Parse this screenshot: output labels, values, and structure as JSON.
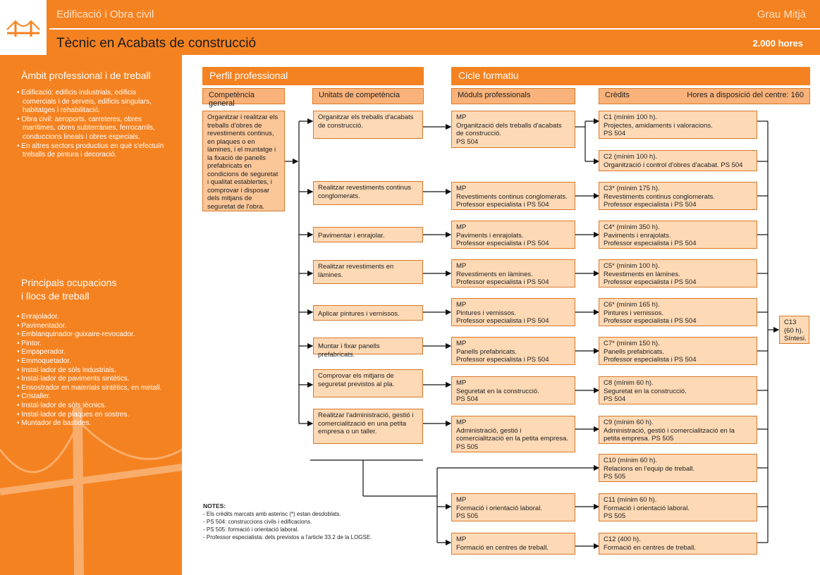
{
  "header": {
    "family": "Edificació i Obra civil",
    "level": "Grau Mitjà",
    "title": "Tècnic en Acabats de construcció",
    "hours": "2.000 hores"
  },
  "left": {
    "ambit_title": "Àmbit professional i de treball",
    "ambit_items": [
      "Edificació: edificis industrials, edificis comercials i de serveis, edificis singulars, habitatges i rehabilitació.",
      "Obra civil: aeroports, carreteres, obres marítimes, obres subterrànies, ferrocarrils, conduccions lineals i obres especials.",
      "En altres sectors productius en què s'efectuïn treballs de pintura i decoració."
    ],
    "ocupacions_title_1": "Principals ocupacions",
    "ocupacions_title_2": "i llocs de treball",
    "ocupacions_items": [
      "Enrajolador.",
      "Pavimentador.",
      "Emblanquinador-guixaire-revocador.",
      "Pintor.",
      "Empaperador.",
      "Emmoquetador.",
      "Instal·lador de sòls industrials.",
      "Instal·lador de paviments sintètics.",
      "Ensostrador en materials sintètics, en metall.",
      "Cristaller.",
      "Instal·lador de sòls tècnics.",
      "Instal·lador de plaques en sostres.",
      "Muntador de bastides."
    ]
  },
  "perfil": {
    "title": "Perfil professional",
    "col_general": "Competència general",
    "col_units": "Unitats de competència",
    "general_text": "Organitzar i realitzar els treballs d'obres de revestiments continus, en plaques o en làmines, i el muntatge i la fixació de panells prefabricats en condicions de seguretat i qualitat establertes, i comprovar i disposar dels mitjans de seguretat de l'obra.",
    "units": [
      "Organitzar els treballs d'acabats de construcció.",
      "Realitzar revestiments continus conglomerats.",
      "Pavimentar i enrajolar.",
      "Realitzar revestiments en làmines.",
      "Aplicar pintures i vernissos.",
      "Muntar i fixar panells prefabricats.",
      "Comprovar els mitjans de seguretat previstos al pla.",
      "Realitzar l'administració, gestió i comercialització en una petita empresa o un taller."
    ]
  },
  "cicle": {
    "title": "Cicle formatiu",
    "col_modules": "Mòduls professionals",
    "col_credits": "Crèdits",
    "col_hours": "Hores a disposició del centre: 160",
    "modules": [
      [
        "MP",
        "Organització dels treballs d'acabats de construcció.",
        "PS 504"
      ],
      [
        "MP",
        "Revestiments continus conglomerats.",
        "Professor especialista i PS 504"
      ],
      [
        "MP",
        "Paviments i enrajolats.",
        "Professor especialista i PS 504"
      ],
      [
        "MP",
        "Revestiments en làmines.",
        "Professor especialista i PS 504"
      ],
      [
        "MP",
        "Pintures i vernissos.",
        "Professor especialista i PS 504"
      ],
      [
        "MP",
        "Panells prefabricats.",
        "Professor especialista i PS 504"
      ],
      [
        "MP",
        "Seguretat en la construcció.",
        "PS 504"
      ],
      [
        "MP",
        "Administració, gestió i comercialització en la petita empresa.",
        "PS 505"
      ],
      [
        "MP",
        "Formació i orientació laboral.",
        "PS 505"
      ],
      [
        "MP",
        "Formació en centres de treball.",
        ""
      ]
    ],
    "credits": [
      [
        "C1 (mínim 100 h).",
        "Projectes, amidaments i valoracions.",
        "PS 504"
      ],
      [
        "C2 (mínim 100 h).",
        "Organització i control d'obres d'acabat. PS 504",
        ""
      ],
      [
        "C3* (mínim 175 h).",
        "Revestiments continus conglomerats.",
        "Professor especialista i PS 504"
      ],
      [
        "C4* (mínim 350 h).",
        "Paviments i enrajolats.",
        "Professor especialista i PS 504"
      ],
      [
        "C5* (mínim 100 h).",
        "Revestiments en làmines.",
        "Professor especialista i PS 504"
      ],
      [
        "C6* (mínim 165 h).",
        "Pintures i vernissos.",
        "Professor especialista i PS 504"
      ],
      [
        "C7* (mínim 150 h).",
        "Panells prefabricats.",
        "Professor especialista i PS 504"
      ],
      [
        "C8 (mínim 60 h).",
        "Seguretat en la construcció.",
        "PS 504"
      ],
      [
        "C9 (mínim 60 h).",
        "Administració, gestió i comercialització en la petita empresa. PS 505",
        ""
      ],
      [
        "C10 (mínim 60 h).",
        "Relacions en l'equip de treball.",
        "PS 505"
      ],
      [
        "C11 (mínim 60 h).",
        "Formació i orientació laboral.",
        "PS 505"
      ],
      [
        "C12 (400 h).",
        "Formació en centres de treball.",
        ""
      ]
    ],
    "c13": [
      "C13",
      "(60 h).",
      "Síntesi."
    ]
  },
  "notes": {
    "title": "NOTES:",
    "items": [
      "- Els crèdits marcats amb asterisc (*) estan desdoblats.",
      "- PS 504: construccions civils i edificacions.",
      "- PS 505: formació i orientació laboral.",
      "- Professor especialista: dels previstos a l'article 33.2 de la LOGSE."
    ]
  },
  "colors": {
    "accent": "#f58220",
    "box_fill": "#fdd9b5",
    "box_border": "#d9782a"
  }
}
